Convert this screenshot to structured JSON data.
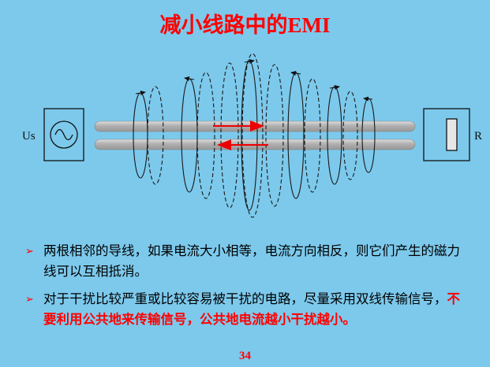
{
  "slide": {
    "title": "减小线路中的EMI",
    "page_number": "34"
  },
  "colors": {
    "slide-bg": "#7cc9ec",
    "title-red": "#ff0000",
    "accent-red": "#ff0000",
    "current-arrow-red": "#ee0000",
    "wire-gray": "#ababab"
  },
  "diagram": {
    "source_label": "Us",
    "load_label": "R"
  },
  "bullets": [
    {
      "marker": "➢",
      "text": "两根相邻的导线，如果电流大小相等，电流方向相反，则它们产生的磁力线可以互相抵消。"
    },
    {
      "marker": "➢",
      "text_black": "对于干扰比较严重或比较容易被干扰的电路，尽量采用双线传输信号，",
      "text_red": "不要利用公共地来传输信号，公共地电流越小干扰越小。"
    }
  ]
}
